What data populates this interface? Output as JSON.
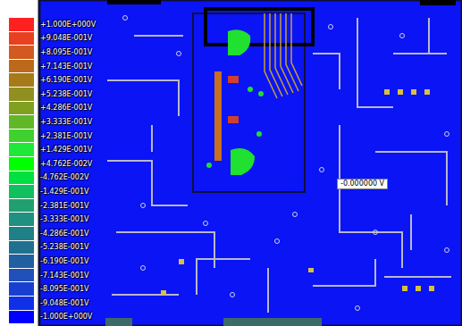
{
  "diagram": {
    "labels": [
      "-0.000000 V"
    ],
    "legend": [
      {
        "text": "+1.000E+000V",
        "color": "#ff2020"
      },
      {
        "text": "+9.048E-001V",
        "color": "#e84020"
      },
      {
        "text": "+8.095E-001V",
        "color": "#d25a20"
      },
      {
        "text": "+7.143E-001V",
        "color": "#bc6a1a"
      },
      {
        "text": "+6.190E-001V",
        "color": "#a67a18"
      },
      {
        "text": "+5.238E-001V",
        "color": "#909020"
      },
      {
        "text": "+4.286E-001V",
        "color": "#80a020"
      },
      {
        "text": "+3.333E-001V",
        "color": "#60b828"
      },
      {
        "text": "+2.381E-001V",
        "color": "#40d030"
      },
      {
        "text": "+1.429E-001V",
        "color": "#20e838"
      },
      {
        "text": "+4.762E-002V",
        "color": "#00ff00"
      },
      {
        "text": "-4.762E-002V",
        "color": "#00e040"
      },
      {
        "text": "-1.429E-001V",
        "color": "#10c060"
      },
      {
        "text": "-2.381E-001V",
        "color": "#20a070"
      },
      {
        "text": "-3.333E-001V",
        "color": "#209080"
      },
      {
        "text": "-4.286E-001V",
        "color": "#208088"
      },
      {
        "text": "-5.238E-001V",
        "color": "#207090"
      },
      {
        "text": "-6.190E-001V",
        "color": "#2060a0"
      },
      {
        "text": "-7.143E-001V",
        "color": "#2050b8"
      },
      {
        "text": "-8.095E-001V",
        "color": "#1840d0"
      },
      {
        "text": "-9.048E-001V",
        "color": "#1030e8"
      },
      {
        "text": "-1.000E+000V",
        "color": "#0000ff"
      }
    ]
  }
}
